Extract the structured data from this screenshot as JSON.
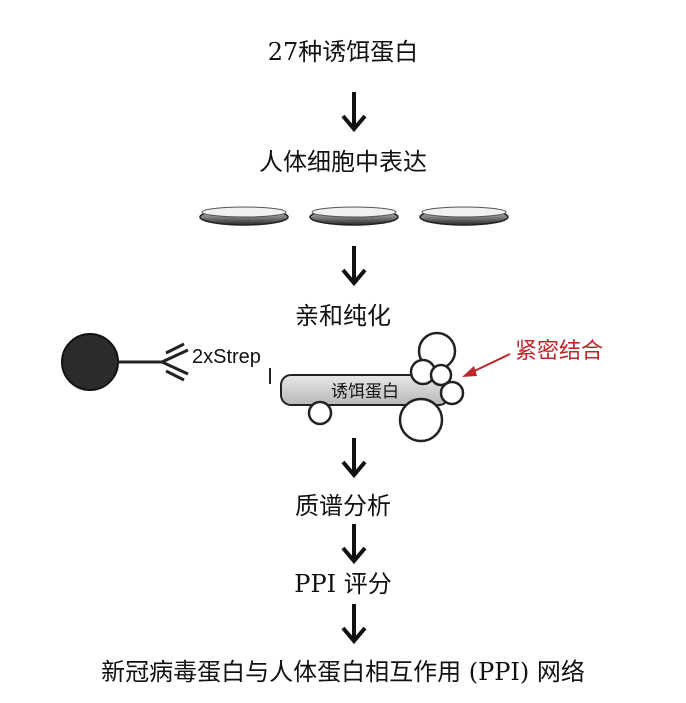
{
  "steps": {
    "bait_proteins": "27种诱饵蛋白",
    "expression": "人体细胞中表达",
    "purification": "亲和纯化",
    "mass_spec": "质谱分析",
    "ppi_scoring": "PPI 评分",
    "network": "新冠病毒蛋白与人体蛋白相互作用 (PPI) 网络"
  },
  "purification_diagram": {
    "tag_label": "2xStrep",
    "bait_label": "诱饵蛋白",
    "annotation_label": "紧密结合",
    "annotation_color": "#c0262b"
  },
  "icons": {
    "down_arrow": "down-arrow-icon",
    "culture_dish": "culture-dish-icon",
    "bead": "strep-bead-icon"
  }
}
